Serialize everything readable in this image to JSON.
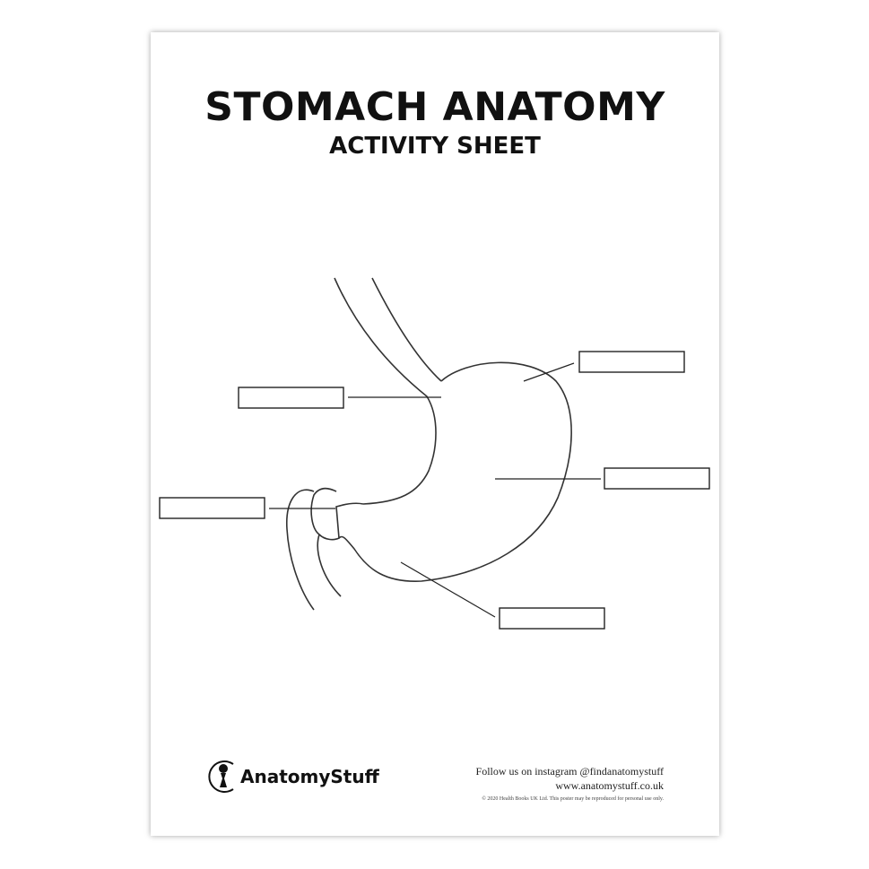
{
  "title": "STOMACH ANATOMY",
  "subtitle": "ACTIVITY SHEET",
  "label_boxes": [
    "",
    "",
    "",
    "",
    ""
  ],
  "logo": {
    "text": "AnatomyStuff",
    "icon": "anatomy-figure-icon"
  },
  "footer": {
    "instagram": "Follow us on instagram @findanatomystuff",
    "website": "www.anatomystuff.co.uk",
    "copyright": "© 2020 Health Books UK Ltd. This poster may be reproduced for personal use only."
  }
}
